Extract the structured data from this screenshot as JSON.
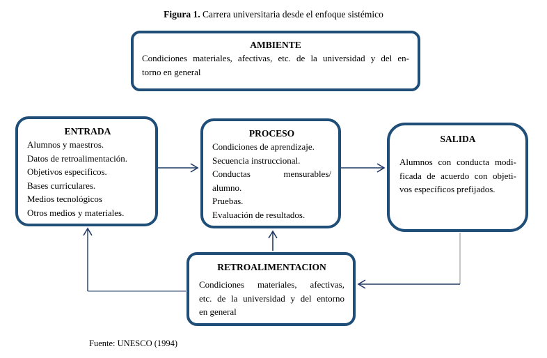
{
  "caption": {
    "prefix": "Figura 1.",
    "text": " Carrera universitaria desde el enfoque sistémico"
  },
  "source": "Fuente: UNESCO (1994)",
  "colors": {
    "box_border": "#1f4e79",
    "arrow": "#1f3864",
    "thin_gray_line": "#8c8c8c",
    "text": "#000000",
    "background": "#ffffff"
  },
  "boxes": {
    "ambiente": {
      "title": "AMBIENTE",
      "lines": [
        "Condiciones materiales, afectivas, etc. de la universidad y del en-",
        "torno en general"
      ]
    },
    "entrada": {
      "title": "ENTRADA",
      "lines": [
        "Alumnos y maestros.",
        "Datos de retroalimentación.",
        "Objetivos especificos.",
        "Bases curriculares.",
        "Medios tecnológicos",
        "Otros medios y materiales."
      ]
    },
    "proceso": {
      "title": "PROCESO",
      "lines": [
        "Condiciones de aprendizaje.",
        "Secuencia instruccional.",
        "Conductas mensurables/",
        "alumno.",
        "Pruebas.",
        "Evaluación de resultados."
      ]
    },
    "salida": {
      "title": "SALIDA",
      "lines": [
        "Alumnos con conducta modi-",
        "ficada de acuerdo con objeti-",
        "vos específicos prefijados."
      ]
    },
    "retroalimentacion": {
      "title": "RETROALIMENTACION",
      "lines": [
        "Condiciones materiales, afectivas,",
        "etc. de la universidad y del entorno",
        "en general"
      ]
    }
  }
}
